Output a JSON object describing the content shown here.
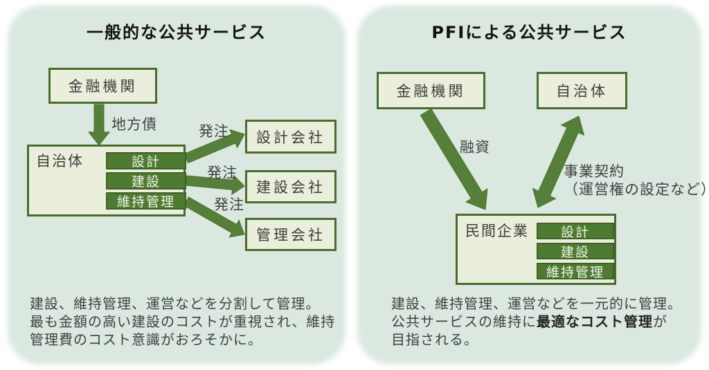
{
  "colors": {
    "panel_background": "#dae8e0",
    "box_fill": "#e9efda",
    "box_border": "#4a6b2d",
    "dark_box_fill": "#4e7b31",
    "arrow_fill": "#567f39",
    "body_text": "#3f4141",
    "title_text": "#111111"
  },
  "left_panel": {
    "title": "一般的な公共サービス",
    "financial_box": "金融機関",
    "bond_arrow_label": "地方債",
    "municipality_box": "自治体",
    "process_items": [
      "設計",
      "建設",
      "維持管理"
    ],
    "order_label": "発注",
    "design_company_box": "設計会社",
    "construction_company_box": "建設会社",
    "management_company_box": "管理会社",
    "description_lines": [
      "建設、維持管理、運営などを分割して管理。",
      "最も金額の高い建設のコストが重視され、維持",
      "管理費のコスト意識がおろそかに。"
    ]
  },
  "right_panel": {
    "title": "PFIによる公共サービス",
    "financial_box": "金融機関",
    "municipality_box": "自治体",
    "loan_arrow_label": "融資",
    "contract_arrow_label_line1": "事業契約",
    "contract_arrow_label_line2": "（運営権の設定など）",
    "private_company_box": "民間企業",
    "process_items": [
      "設計",
      "建設",
      "維持管理"
    ],
    "description": {
      "line1": "建設、維持管理、運営などを一元的に管理。",
      "line2_pre": "公共サービスの維持に",
      "line2_bold": "最適なコスト管理",
      "line2_post": "が",
      "line3": "目指される。"
    }
  }
}
